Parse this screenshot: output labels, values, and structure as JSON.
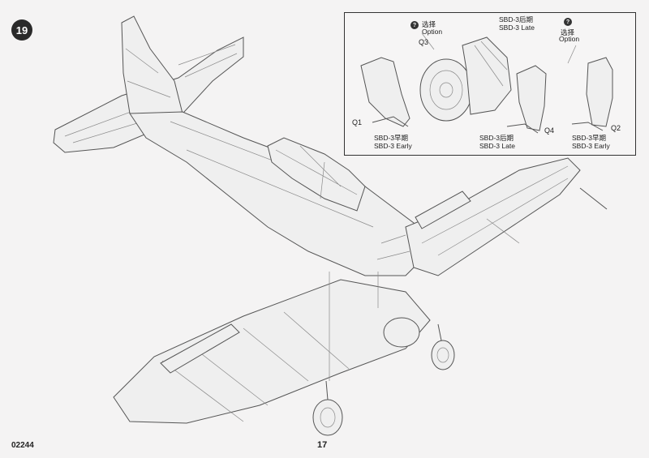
{
  "step": {
    "number": "19"
  },
  "inset": {
    "option_left": {
      "icon": "?",
      "cn": "选择",
      "en": "Option"
    },
    "option_right": {
      "icon": "?",
      "cn": "选择",
      "en": "Option"
    },
    "late_top": {
      "cn": "SBD-3后期",
      "en": "SBD-3 Late"
    },
    "early_left": {
      "cn": "SBD-3早期",
      "en": "SBD-3 Early"
    },
    "late_bottom": {
      "cn": "SBD-3后期",
      "en": "SBD-3 Late"
    },
    "early_right": {
      "cn": "SBD-3早期",
      "en": "SBD-3 Early"
    },
    "parts": {
      "q1": "Q1",
      "q2": "Q2",
      "q3": "Q3",
      "q4": "Q4"
    }
  },
  "footer": {
    "code": "02244",
    "page": "17"
  }
}
